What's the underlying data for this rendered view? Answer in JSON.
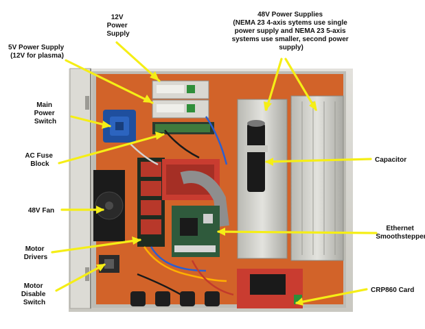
{
  "labels": {
    "power_12v": [
      "12V",
      "Power",
      "Supply"
    ],
    "power_5v": [
      "5V Power Supply",
      "(12V for plasma)"
    ],
    "main_switch": [
      "Main",
      "Power",
      "Switch"
    ],
    "fuse_block": [
      "AC Fuse",
      "Block"
    ],
    "fan": [
      "48V Fan"
    ],
    "motor_drivers": [
      "Motor",
      "Drivers"
    ],
    "disable_switch": [
      "Motor",
      "Disable",
      "Switch"
    ],
    "power_48v": [
      "48V Power Supplies",
      "(NEMA 23 4-axis sytems use single",
      "power supply and NEMA 23 5-axis",
      "systems use smaller, second power",
      "supply)"
    ],
    "capacitor": [
      "Capacitor"
    ],
    "smoothstepper": [
      "Ethernet",
      "Smoothstepper"
    ],
    "crp860": [
      "CRP860 Card"
    ]
  },
  "colors": {
    "arrow": "#f5ee16",
    "enclosure": "#d9d8d2",
    "backplate": "#e06a2c",
    "board_green": "#2f5a3c",
    "board_red": "#d23a2a",
    "supply_metal": "#cfcfc9"
  }
}
